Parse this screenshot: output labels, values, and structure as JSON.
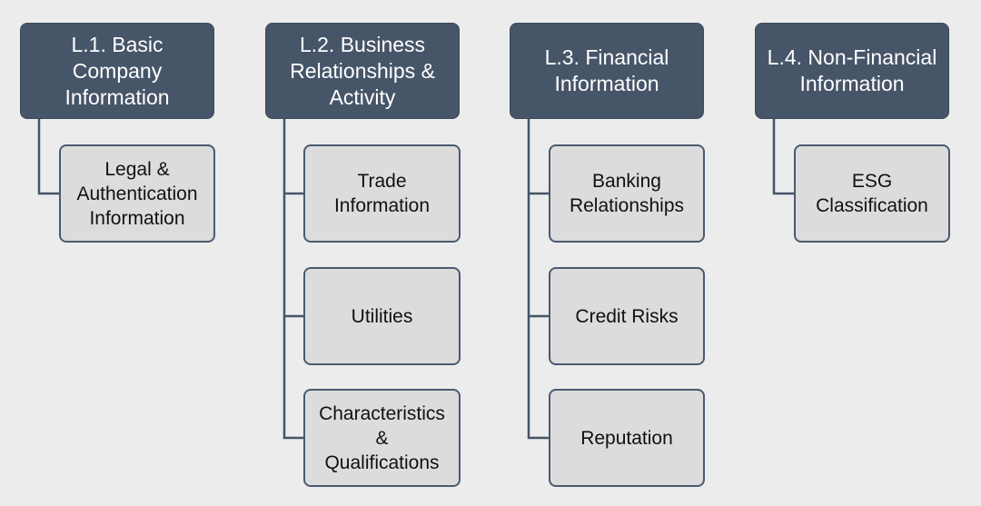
{
  "columns": [
    {
      "header": "L.1. Basic\nCompany\nInformation",
      "children": [
        "Legal &\nAuthentication\nInformation"
      ]
    },
    {
      "header": "L.2. Business\nRelationships &\nActivity",
      "children": [
        "Trade\nInformation",
        "Utilities",
        "Characteristics\n&\nQualifications"
      ]
    },
    {
      "header": "L.3. Financial\nInformation",
      "children": [
        "Banking\nRelationships",
        "Credit Risks",
        "Reputation"
      ]
    },
    {
      "header": "L.4. Non-Financial\nInformation",
      "children": [
        "ESG\nClassification"
      ]
    }
  ]
}
